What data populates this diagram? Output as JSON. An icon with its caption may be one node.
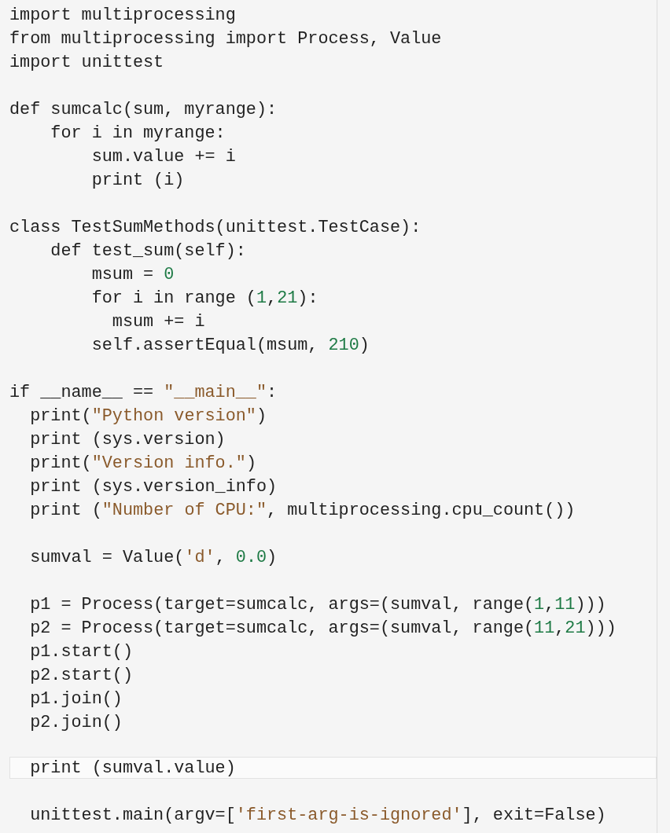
{
  "diagram": {
    "labels": [
      "import multiprocessing",
      "from multiprocessing import Process, Value",
      "import unittest",
      "def sumcalc(sum, myrange):",
      "    for i in myrange:",
      "        sum.value += i",
      "        print (i)",
      "class TestSumMethods(unittest.TestCase):",
      "    def test_sum(self):",
      "        msum = 0",
      "        for i in range (1,21):",
      "          msum += i",
      "        self.assertEqual(msum, 210)",
      "if __name__ == \"__main__\":",
      "  print(\"Python version\")",
      "  print (sys.version)",
      "  print(\"Version info.\")",
      "  print (sys.version_info)",
      "  print (\"Number of CPU:\", multiprocessing.cpu_count())",
      "  sumval = Value('d', 0.0)",
      "  p1 = Process(target=sumcalc, args=(sumval, range(1,11)))",
      "  p2 = Process(target=sumcalc, args=(sumval, range(11,21)))",
      "  p1.start()",
      "  p2.start()",
      "  p1.join()",
      "  p2.join()",
      "  print (sumval.value)",
      "  unittest.main(argv=['first-arg-is-ignored'], exit=False)"
    ]
  }
}
